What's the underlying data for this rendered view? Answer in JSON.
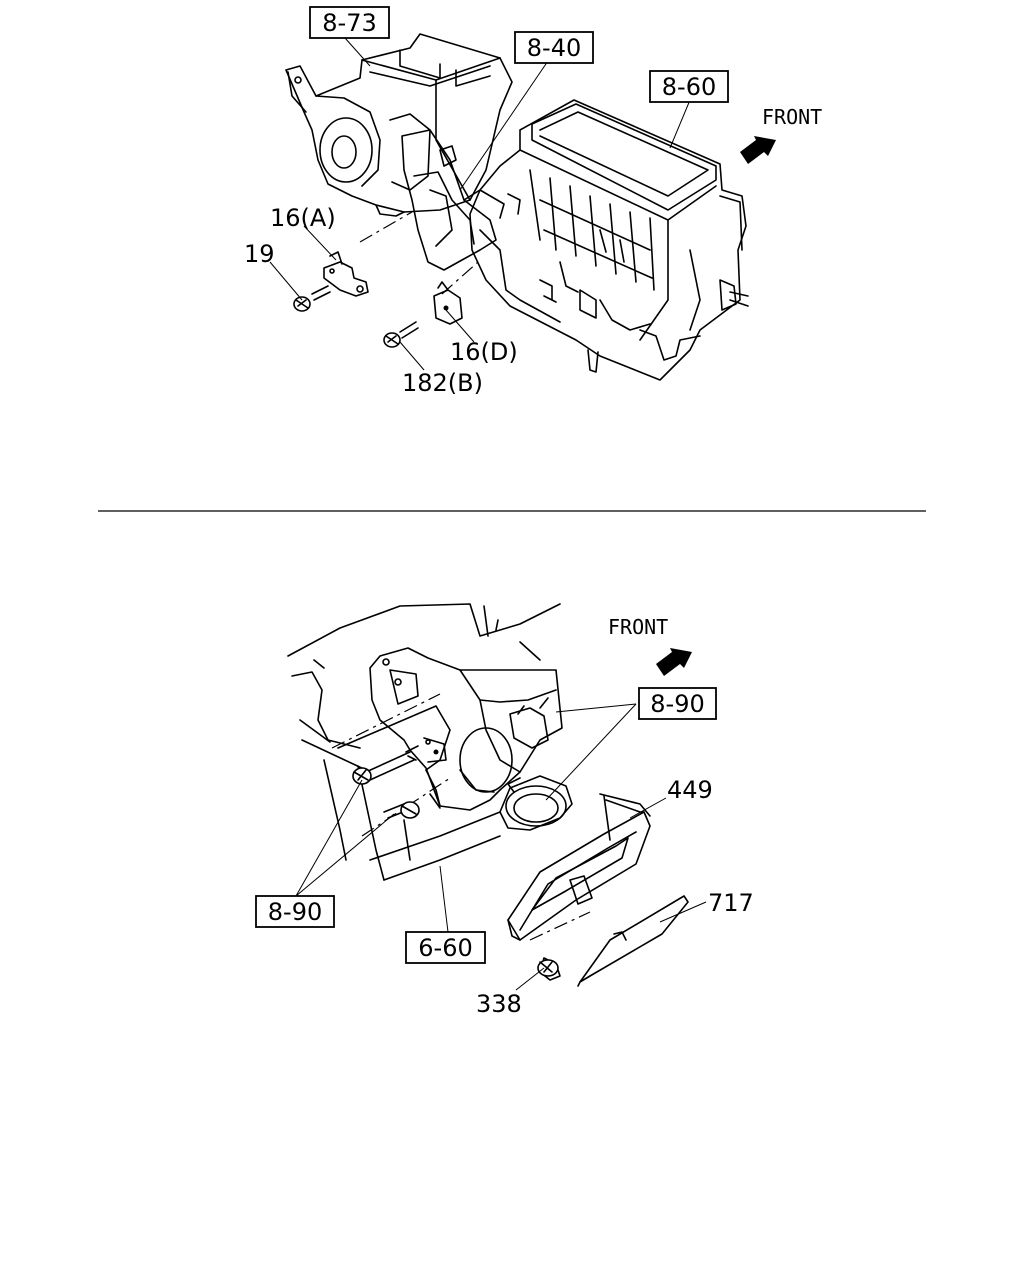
{
  "top_diagram": {
    "refs": {
      "r8_73": "8-73",
      "r8_40": "8-40",
      "r8_60": "8-60"
    },
    "parts": {
      "p16a": "16(A)",
      "p19": "19",
      "p16d": "16(D)",
      "p182b": "182(B)"
    },
    "front_label": "FRONT"
  },
  "bottom_diagram": {
    "refs": {
      "r8_90_top": "8-90",
      "r8_90_bottom": "8-90",
      "r6_60": "6-60"
    },
    "parts": {
      "p449": "449",
      "p717": "717",
      "p338": "338"
    },
    "front_label": "FRONT"
  }
}
